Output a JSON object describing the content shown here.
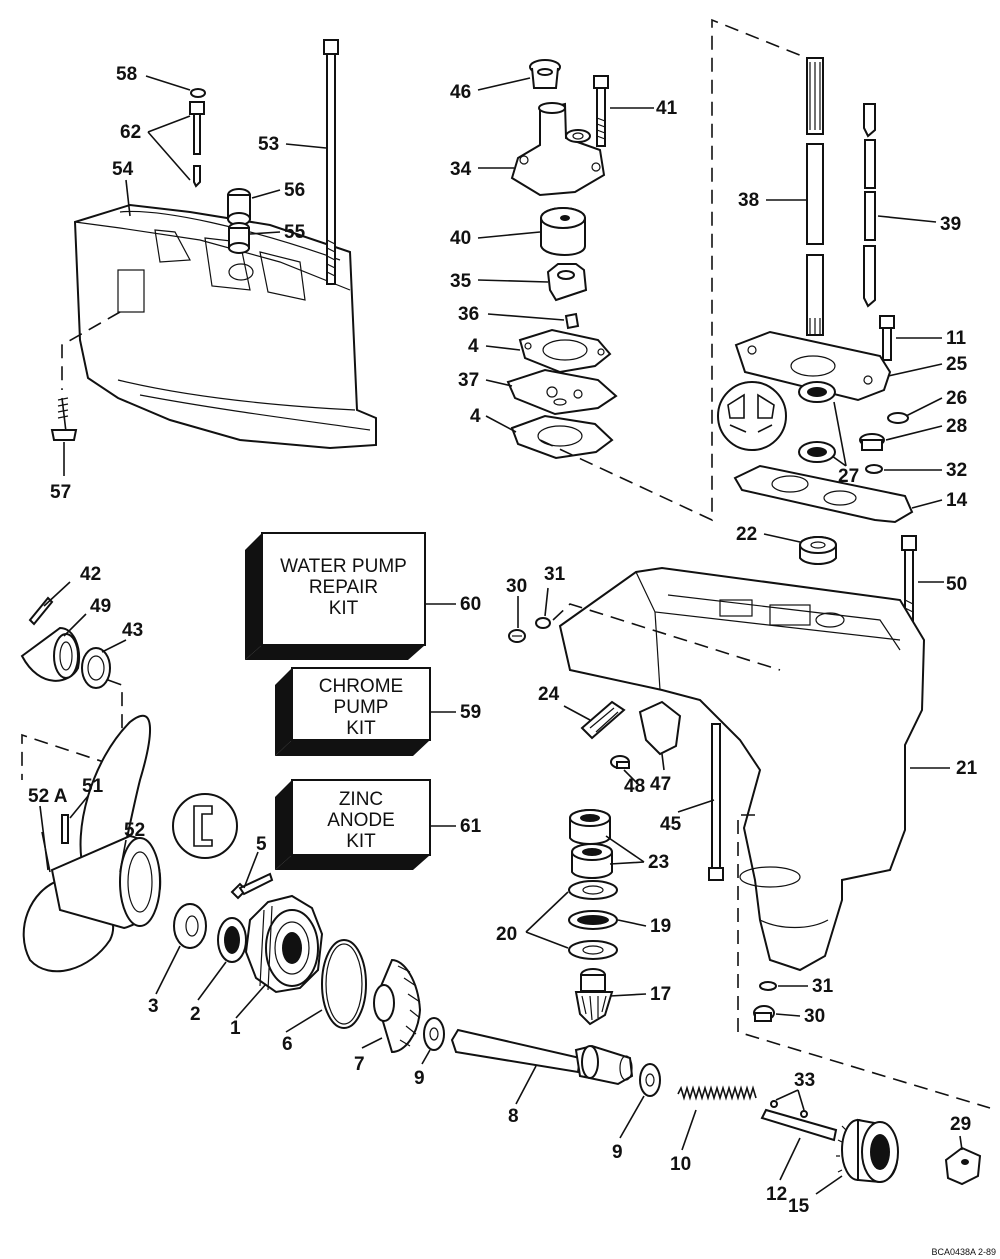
{
  "kits": [
    {
      "id": "60",
      "text": "WATER PUMP\nREPAIR\nKIT"
    },
    {
      "id": "59",
      "text": "CHROME\nPUMP\nKIT"
    },
    {
      "id": "61",
      "text": "ZINC\nANODE\nKIT"
    }
  ],
  "callouts": [
    "58",
    "62",
    "54",
    "53",
    "56",
    "55",
    "57",
    "46",
    "41",
    "34",
    "40",
    "35",
    "36",
    "4a",
    "37",
    "4b",
    "38",
    "39",
    "11",
    "25",
    "26",
    "28",
    "27",
    "32",
    "14",
    "22",
    "60",
    "59",
    "61",
    "42",
    "49",
    "43",
    "30a",
    "31a",
    "50",
    "24",
    "47",
    "48",
    "45",
    "21",
    "52A",
    "51",
    "52",
    "5",
    "23",
    "20",
    "19",
    "17",
    "31b",
    "30b",
    "3",
    "2",
    "1",
    "6",
    "7",
    "9a",
    "8",
    "9b",
    "10",
    "33",
    "12",
    "15",
    "29"
  ],
  "labels": {
    "58": "58",
    "62": "62",
    "54": "54",
    "53": "53",
    "56": "56",
    "55": "55",
    "57": "57",
    "46": "46",
    "41": "41",
    "34": "34",
    "40": "40",
    "35": "35",
    "36": "36",
    "4a": "4",
    "37": "37",
    "4b": "4",
    "38": "38",
    "39": "39",
    "11": "11",
    "25": "25",
    "26": "26",
    "28": "28",
    "27": "27",
    "32": "32",
    "14": "14",
    "22": "22",
    "60": "60",
    "59": "59",
    "61": "61",
    "42": "42",
    "49": "49",
    "43": "43",
    "30a": "30",
    "31a": "31",
    "50": "50",
    "24": "24",
    "47": "47",
    "48": "48",
    "45": "45",
    "21": "21",
    "52A": "52 A",
    "51": "51",
    "52": "52",
    "5": "5",
    "23": "23",
    "20": "20",
    "19": "19",
    "17": "17",
    "31b": "31",
    "30b": "30",
    "3": "3",
    "2": "2",
    "1": "1",
    "6": "6",
    "7": "7",
    "9a": "9",
    "8": "8",
    "9b": "9",
    "10": "10",
    "33": "33",
    "12": "12",
    "15": "15",
    "29": "29"
  },
  "reference_code": "BCA0438A 2-89"
}
